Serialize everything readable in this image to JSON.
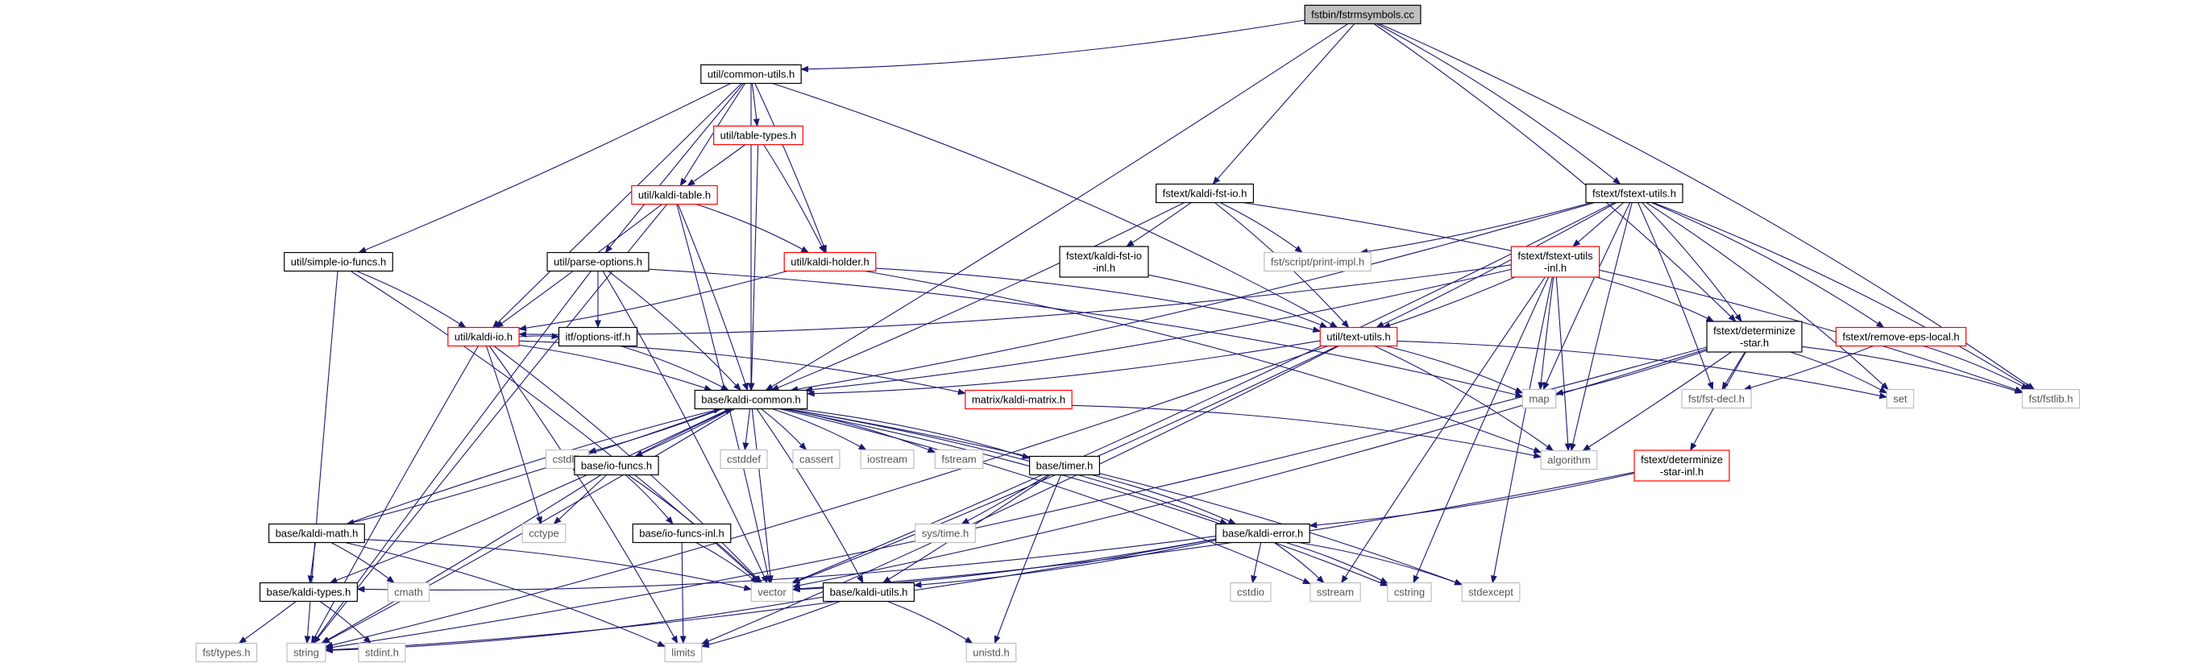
{
  "diagram": {
    "type": "include-dependency-graph",
    "style": {
      "edge_color": "#191970",
      "root_fill": "#bfbfbf",
      "normal_border": "#000000",
      "truncated_border": "#ff0000",
      "external_border": "#bfbfbf",
      "external_text": "#555555",
      "text_color": "#000000"
    },
    "nodes": [
      {
        "id": "root",
        "lines": [
          "fstbin/fstrmsymbols.cc"
        ],
        "kind": "root"
      },
      {
        "id": "common_utils",
        "lines": [
          "util/common-utils.h"
        ],
        "kind": "normal"
      },
      {
        "id": "kaldi_fst_io",
        "lines": [
          "fstext/kaldi-fst-io.h"
        ],
        "kind": "normal"
      },
      {
        "id": "fstext_utils",
        "lines": [
          "fstext/fstext-utils.h"
        ],
        "kind": "normal"
      },
      {
        "id": "table_types",
        "lines": [
          "util/table-types.h"
        ],
        "kind": "truncated"
      },
      {
        "id": "kaldi_table",
        "lines": [
          "util/kaldi-table.h"
        ],
        "kind": "truncated"
      },
      {
        "id": "simple_io",
        "lines": [
          "util/simple-io-funcs.h"
        ],
        "kind": "normal"
      },
      {
        "id": "parse_options",
        "lines": [
          "util/parse-options.h"
        ],
        "kind": "normal"
      },
      {
        "id": "kaldi_holder",
        "lines": [
          "util/kaldi-holder.h"
        ],
        "kind": "truncated"
      },
      {
        "id": "kaldi_fst_io_inl",
        "lines": [
          "fstext/kaldi-fst-io",
          "-inl.h"
        ],
        "kind": "normal"
      },
      {
        "id": "print_impl",
        "lines": [
          "fst/script/print-impl.h"
        ],
        "kind": "external"
      },
      {
        "id": "fstext_utils_inl",
        "lines": [
          "fstext/fstext-utils",
          "-inl.h"
        ],
        "kind": "truncated"
      },
      {
        "id": "determinize_star",
        "lines": [
          "fstext/determinize",
          "-star.h"
        ],
        "kind": "normal"
      },
      {
        "id": "remove_eps",
        "lines": [
          "fstext/remove-eps-local.h"
        ],
        "kind": "truncated"
      },
      {
        "id": "kaldi_io",
        "lines": [
          "util/kaldi-io.h"
        ],
        "kind": "truncated"
      },
      {
        "id": "options_itf",
        "lines": [
          "itf/options-itf.h"
        ],
        "kind": "normal"
      },
      {
        "id": "text_utils",
        "lines": [
          "util/text-utils.h"
        ],
        "kind": "truncated"
      },
      {
        "id": "kaldi_common",
        "lines": [
          "base/kaldi-common.h"
        ],
        "kind": "normal"
      },
      {
        "id": "kaldi_matrix",
        "lines": [
          "matrix/kaldi-matrix.h"
        ],
        "kind": "truncated"
      },
      {
        "id": "map",
        "lines": [
          "map"
        ],
        "kind": "external"
      },
      {
        "id": "fst_decl",
        "lines": [
          "fst/fst-decl.h"
        ],
        "kind": "external"
      },
      {
        "id": "set",
        "lines": [
          "set"
        ],
        "kind": "external"
      },
      {
        "id": "fstlib",
        "lines": [
          "fst/fstlib.h"
        ],
        "kind": "external"
      },
      {
        "id": "cstdlib",
        "lines": [
          "cstdlib"
        ],
        "kind": "external"
      },
      {
        "id": "io_funcs",
        "lines": [
          "base/io-funcs.h"
        ],
        "kind": "normal"
      },
      {
        "id": "cstddef",
        "lines": [
          "cstddef"
        ],
        "kind": "external"
      },
      {
        "id": "cassert",
        "lines": [
          "cassert"
        ],
        "kind": "external"
      },
      {
        "id": "iostream",
        "lines": [
          "iostream"
        ],
        "kind": "external"
      },
      {
        "id": "fstream",
        "lines": [
          "fstream"
        ],
        "kind": "external"
      },
      {
        "id": "timer",
        "lines": [
          "base/timer.h"
        ],
        "kind": "normal"
      },
      {
        "id": "algorithm",
        "lines": [
          "algorithm"
        ],
        "kind": "external"
      },
      {
        "id": "determinize_star_inl",
        "lines": [
          "fstext/determinize",
          "-star-inl.h"
        ],
        "kind": "truncated"
      },
      {
        "id": "cctype",
        "lines": [
          "cctype"
        ],
        "kind": "external"
      },
      {
        "id": "sys_time",
        "lines": [
          "sys/time.h"
        ],
        "kind": "external"
      },
      {
        "id": "kaldi_math",
        "lines": [
          "base/kaldi-math.h"
        ],
        "kind": "normal"
      },
      {
        "id": "io_funcs_inl",
        "lines": [
          "base/io-funcs-inl.h"
        ],
        "kind": "normal"
      },
      {
        "id": "kaldi_error",
        "lines": [
          "base/kaldi-error.h"
        ],
        "kind": "normal"
      },
      {
        "id": "kaldi_types",
        "lines": [
          "base/kaldi-types.h"
        ],
        "kind": "normal"
      },
      {
        "id": "cmath",
        "lines": [
          "cmath"
        ],
        "kind": "external"
      },
      {
        "id": "vector",
        "lines": [
          "vector"
        ],
        "kind": "external"
      },
      {
        "id": "kaldi_utils",
        "lines": [
          "base/kaldi-utils.h"
        ],
        "kind": "normal"
      },
      {
        "id": "cstdio",
        "lines": [
          "cstdio"
        ],
        "kind": "external"
      },
      {
        "id": "sstream",
        "lines": [
          "sstream"
        ],
        "kind": "external"
      },
      {
        "id": "cstring",
        "lines": [
          "cstring"
        ],
        "kind": "external"
      },
      {
        "id": "stdexcept",
        "lines": [
          "stdexcept"
        ],
        "kind": "external"
      },
      {
        "id": "fst_types",
        "lines": [
          "fst/types.h"
        ],
        "kind": "external"
      },
      {
        "id": "string",
        "lines": [
          "string"
        ],
        "kind": "external"
      },
      {
        "id": "stdint",
        "lines": [
          "stdint.h"
        ],
        "kind": "external"
      },
      {
        "id": "limits",
        "lines": [
          "limits"
        ],
        "kind": "external"
      },
      {
        "id": "unistd",
        "lines": [
          "unistd.h"
        ],
        "kind": "external"
      }
    ],
    "edges": [
      [
        "root",
        "common_utils"
      ],
      [
        "root",
        "kaldi_fst_io"
      ],
      [
        "root",
        "fstext_utils"
      ],
      [
        "root",
        "kaldi_common"
      ],
      [
        "root",
        "determinize_star"
      ],
      [
        "root",
        "fstlib"
      ],
      [
        "common_utils",
        "table_types"
      ],
      [
        "common_utils",
        "kaldi_table"
      ],
      [
        "common_utils",
        "simple_io"
      ],
      [
        "common_utils",
        "parse_options"
      ],
      [
        "common_utils",
        "kaldi_holder"
      ],
      [
        "common_utils",
        "kaldi_io"
      ],
      [
        "common_utils",
        "kaldi_common"
      ],
      [
        "common_utils",
        "text_utils"
      ],
      [
        "table_types",
        "kaldi_table"
      ],
      [
        "table_types",
        "kaldi_holder"
      ],
      [
        "table_types",
        "kaldi_common"
      ],
      [
        "kaldi_table",
        "kaldi_holder"
      ],
      [
        "kaldi_table",
        "kaldi_io"
      ],
      [
        "kaldi_table",
        "kaldi_common"
      ],
      [
        "kaldi_table",
        "string"
      ],
      [
        "kaldi_table",
        "vector"
      ],
      [
        "simple_io",
        "kaldi_io"
      ],
      [
        "simple_io",
        "string"
      ],
      [
        "simple_io",
        "vector"
      ],
      [
        "parse_options",
        "options_itf"
      ],
      [
        "parse_options",
        "kaldi_common"
      ],
      [
        "parse_options",
        "map"
      ],
      [
        "parse_options",
        "string"
      ],
      [
        "parse_options",
        "vector"
      ],
      [
        "kaldi_holder",
        "kaldi_io"
      ],
      [
        "kaldi_holder",
        "text_utils"
      ],
      [
        "kaldi_holder",
        "algorithm"
      ],
      [
        "kaldi_fst_io",
        "kaldi_fst_io_inl"
      ],
      [
        "kaldi_fst_io",
        "print_impl"
      ],
      [
        "kaldi_fst_io",
        "text_utils"
      ],
      [
        "kaldi_fst_io",
        "kaldi_common"
      ],
      [
        "kaldi_fst_io",
        "fstlib"
      ],
      [
        "kaldi_fst_io_inl",
        "text_utils"
      ],
      [
        "fstext_utils",
        "fstext_utils_inl"
      ],
      [
        "fstext_utils",
        "determinize_star"
      ],
      [
        "fstext_utils",
        "remove_eps"
      ],
      [
        "fstext_utils",
        "text_utils"
      ],
      [
        "fstext_utils",
        "kaldi_common"
      ],
      [
        "fstext_utils",
        "print_impl"
      ],
      [
        "fstext_utils",
        "map"
      ],
      [
        "fstext_utils",
        "set"
      ],
      [
        "fstext_utils",
        "fst_decl"
      ],
      [
        "fstext_utils",
        "fstlib"
      ],
      [
        "fstext_utils",
        "algorithm"
      ],
      [
        "fstext_utils",
        "vector"
      ],
      [
        "fstext_utils_inl",
        "kaldi_io"
      ],
      [
        "fstext_utils_inl",
        "text_utils"
      ],
      [
        "fstext_utils_inl",
        "kaldi_common"
      ],
      [
        "fstext_utils_inl",
        "determinize_star"
      ],
      [
        "fstext_utils_inl",
        "map"
      ],
      [
        "fstext_utils_inl",
        "algorithm"
      ],
      [
        "fstext_utils_inl",
        "sstream"
      ],
      [
        "fstext_utils_inl",
        "cstring"
      ],
      [
        "fstext_utils_inl",
        "stdexcept"
      ],
      [
        "determinize_star",
        "determinize_star_inl"
      ],
      [
        "determinize_star",
        "map"
      ],
      [
        "determinize_star",
        "set"
      ],
      [
        "determinize_star",
        "fst_decl"
      ],
      [
        "determinize_star",
        "fstlib"
      ],
      [
        "determinize_star",
        "algorithm"
      ],
      [
        "determinize_star",
        "vector"
      ],
      [
        "determinize_star",
        "string"
      ],
      [
        "remove_eps",
        "fst_decl"
      ],
      [
        "remove_eps",
        "fstlib"
      ],
      [
        "kaldi_io",
        "options_itf"
      ],
      [
        "kaldi_io",
        "kaldi_common"
      ],
      [
        "kaldi_io",
        "kaldi_matrix"
      ],
      [
        "kaldi_io",
        "cctype"
      ],
      [
        "kaldi_io",
        "string"
      ],
      [
        "kaldi_io",
        "vector"
      ],
      [
        "kaldi_io",
        "limits"
      ],
      [
        "options_itf",
        "kaldi_common"
      ],
      [
        "text_utils",
        "kaldi_common"
      ],
      [
        "text_utils",
        "map"
      ],
      [
        "text_utils",
        "set"
      ],
      [
        "text_utils",
        "algorithm"
      ],
      [
        "text_utils",
        "vector"
      ],
      [
        "text_utils",
        "string"
      ],
      [
        "text_utils",
        "limits"
      ],
      [
        "kaldi_matrix",
        "algorithm"
      ],
      [
        "kaldi_common",
        "cstdlib"
      ],
      [
        "kaldi_common",
        "io_funcs"
      ],
      [
        "kaldi_common",
        "cstddef"
      ],
      [
        "kaldi_common",
        "cassert"
      ],
      [
        "kaldi_common",
        "iostream"
      ],
      [
        "kaldi_common",
        "fstream"
      ],
      [
        "kaldi_common",
        "timer"
      ],
      [
        "kaldi_common",
        "kaldi_math"
      ],
      [
        "kaldi_common",
        "kaldi_error"
      ],
      [
        "kaldi_common",
        "kaldi_types"
      ],
      [
        "kaldi_common",
        "kaldi_utils"
      ],
      [
        "kaldi_common",
        "string"
      ],
      [
        "kaldi_common",
        "vector"
      ],
      [
        "kaldi_common",
        "sstream"
      ],
      [
        "kaldi_common",
        "stdexcept"
      ],
      [
        "kaldi_common",
        "cstring"
      ],
      [
        "io_funcs",
        "kaldi_common"
      ],
      [
        "io_funcs",
        "io_funcs_inl"
      ],
      [
        "io_funcs",
        "cctype"
      ],
      [
        "io_funcs",
        "vector"
      ],
      [
        "io_funcs",
        "string"
      ],
      [
        "io_funcs_inl",
        "vector"
      ],
      [
        "io_funcs_inl",
        "limits"
      ],
      [
        "timer",
        "sys_time"
      ],
      [
        "timer",
        "kaldi_error"
      ],
      [
        "timer",
        "kaldi_utils"
      ],
      [
        "timer",
        "unistd"
      ],
      [
        "kaldi_math",
        "kaldi_common"
      ],
      [
        "kaldi_math",
        "kaldi_types"
      ],
      [
        "kaldi_math",
        "cmath"
      ],
      [
        "kaldi_math",
        "vector"
      ],
      [
        "kaldi_math",
        "limits"
      ],
      [
        "determinize_star_inl",
        "kaldi_error"
      ],
      [
        "determinize_star_inl",
        "vector"
      ],
      [
        "kaldi_error",
        "kaldi_types"
      ],
      [
        "kaldi_error",
        "kaldi_utils"
      ],
      [
        "kaldi_error",
        "cstdio"
      ],
      [
        "kaldi_error",
        "sstream"
      ],
      [
        "kaldi_error",
        "cstring"
      ],
      [
        "kaldi_error",
        "stdexcept"
      ],
      [
        "kaldi_error",
        "vector"
      ],
      [
        "kaldi_error",
        "string"
      ],
      [
        "kaldi_types",
        "fst_types"
      ],
      [
        "kaldi_types",
        "stdint"
      ],
      [
        "kaldi_utils",
        "string"
      ],
      [
        "kaldi_utils",
        "limits"
      ],
      [
        "kaldi_utils",
        "unistd"
      ]
    ]
  }
}
